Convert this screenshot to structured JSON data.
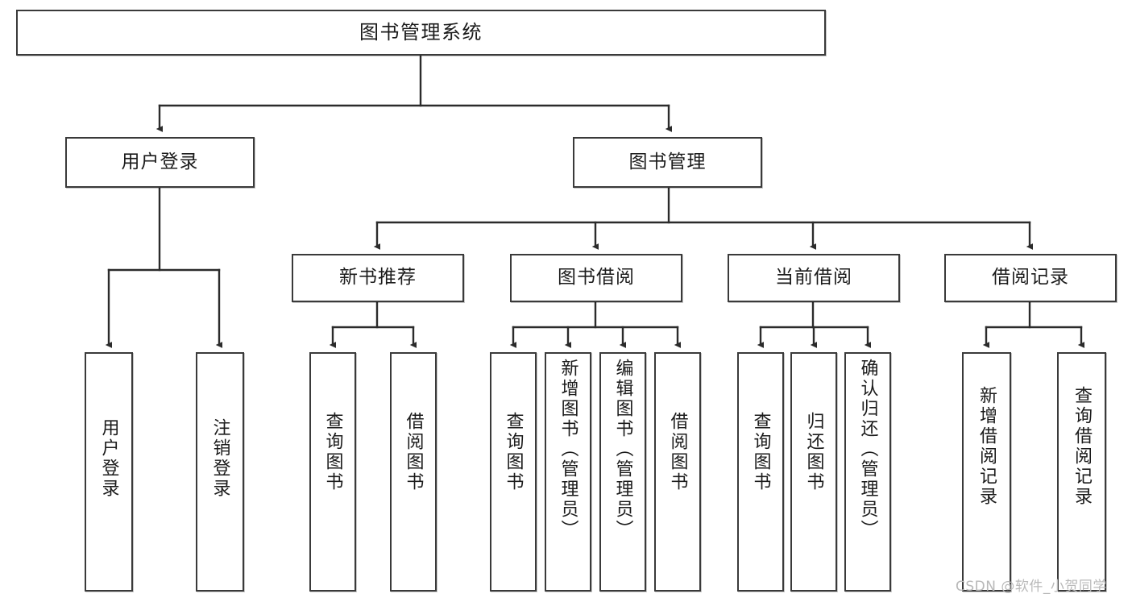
{
  "diagram": {
    "title": "图书管理系统",
    "watermark": "CSDN @软件_小贺同学",
    "colors": {
      "box_border": "#3a3a3a",
      "box_fill": "#ffffff",
      "edge": "#2b2b2b",
      "text": "#1b1b1b",
      "watermark": "#b9b9b9"
    },
    "nodes": {
      "root": {
        "label": "图书管理系统"
      },
      "level2": [
        {
          "id": "user-login",
          "label": "用户登录"
        },
        {
          "id": "book-manage",
          "label": "图书管理"
        }
      ],
      "level3": [
        {
          "id": "new-book-recommend",
          "label": "新书推荐"
        },
        {
          "id": "book-borrow",
          "label": "图书借阅"
        },
        {
          "id": "current-borrow",
          "label": "当前借阅"
        },
        {
          "id": "borrow-record",
          "label": "借阅记录"
        }
      ],
      "leaves": {
        "user_login": [
          {
            "id": "leaf-user-login",
            "label": "用户登录"
          },
          {
            "id": "leaf-logout-login",
            "label": "注销登录"
          }
        ],
        "new_book_recommend": [
          {
            "id": "leaf-query-book-1",
            "label": "查询图书"
          },
          {
            "id": "leaf-borrow-book-1",
            "label": "借阅图书"
          }
        ],
        "book_borrow": [
          {
            "id": "leaf-query-book-2",
            "label": "查询图书"
          },
          {
            "id": "leaf-add-book",
            "label": "新增图书（管理员）"
          },
          {
            "id": "leaf-edit-book",
            "label": "编辑图书（管理员）"
          },
          {
            "id": "leaf-borrow-book-2",
            "label": "借阅图书"
          }
        ],
        "current_borrow": [
          {
            "id": "leaf-query-book-3",
            "label": "查询图书"
          },
          {
            "id": "leaf-return-book",
            "label": "归还图书"
          },
          {
            "id": "leaf-confirm-return",
            "label": "确认归还（管理员）"
          }
        ],
        "borrow_record": [
          {
            "id": "leaf-add-record",
            "label": "新增借阅记录"
          },
          {
            "id": "leaf-query-record",
            "label": "查询借阅记录"
          }
        ]
      }
    }
  }
}
